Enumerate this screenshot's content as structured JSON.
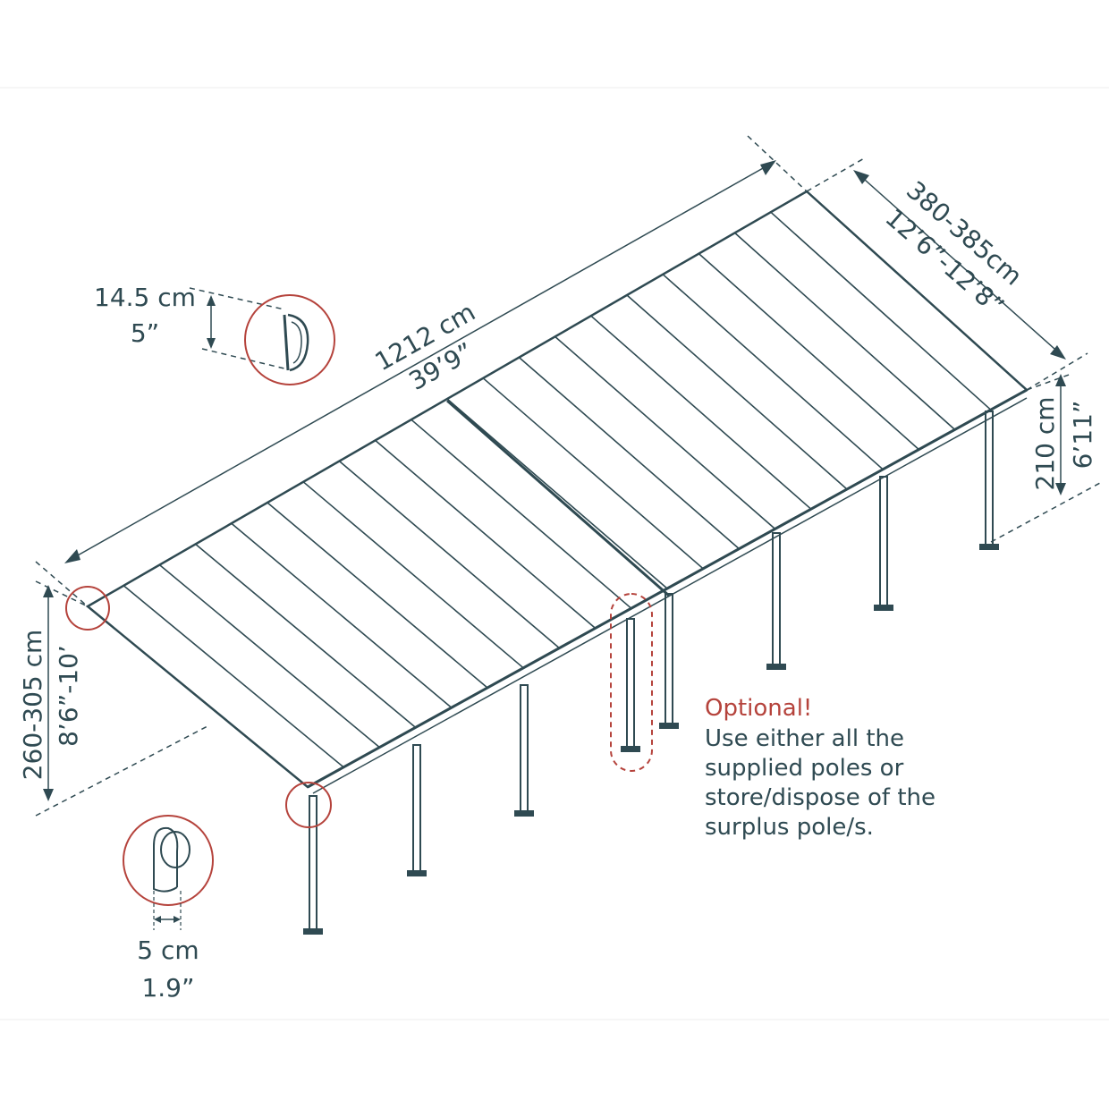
{
  "dimensions": {
    "length_cm": "1212 cm",
    "length_in": "39’9”",
    "width_cm": "380-385cm",
    "width_in": "12’6”-12’8”",
    "front_height_cm": "210 cm",
    "front_height_in": "6’11”",
    "back_height_cm": "260-305 cm",
    "back_height_in": "8’6”-10’",
    "beam_height_cm": "14.5 cm",
    "beam_height_in": "5”",
    "post_width_cm": "5 cm",
    "post_width_in": "1.9”"
  },
  "note": {
    "title": "Optional!",
    "line1": "Use either all the",
    "line2": "supplied poles or",
    "line3": "store/dispose of the",
    "line4": "surplus pole/s."
  },
  "colors": {
    "line": "#2f4a52",
    "accent": "#b5433c"
  }
}
